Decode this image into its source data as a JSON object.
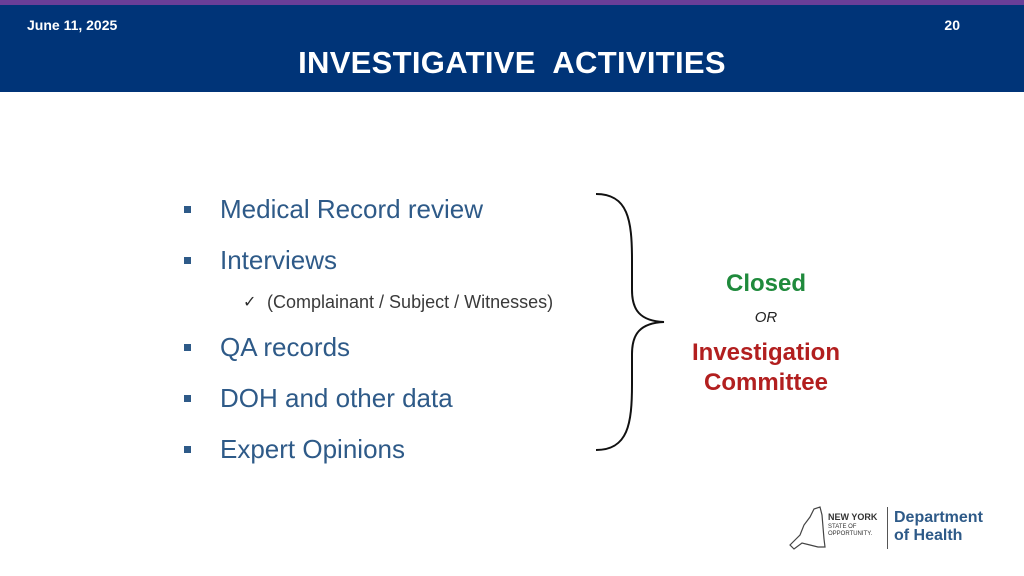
{
  "header": {
    "date": "June 11, 2025",
    "page_number": "20",
    "title": "INVESTIGATIVE  ACTIVITIES"
  },
  "bullets": [
    "Medical Record review",
    "Interviews",
    "QA records",
    "DOH and other data",
    "Expert Opinions"
  ],
  "sub_bullets": [
    "(Complainant / Subject / Witnesses)"
  ],
  "outcomes": {
    "closed": "Closed",
    "or": "OR",
    "investigation_line1": "Investigation",
    "investigation_line2": "Committee"
  },
  "logo": {
    "ny_line1": "NEW YORK",
    "ny_line2": "STATE OF",
    "ny_line3": "OPPORTUNITY.",
    "dept_line1": "Department",
    "dept_line2": "of Health"
  },
  "colors": {
    "header_bg": "#003478",
    "accent_top": "#6a3e98",
    "bullet_text": "#2e5a88",
    "closed": "#1f8a3c",
    "investigation": "#b21f1f"
  }
}
